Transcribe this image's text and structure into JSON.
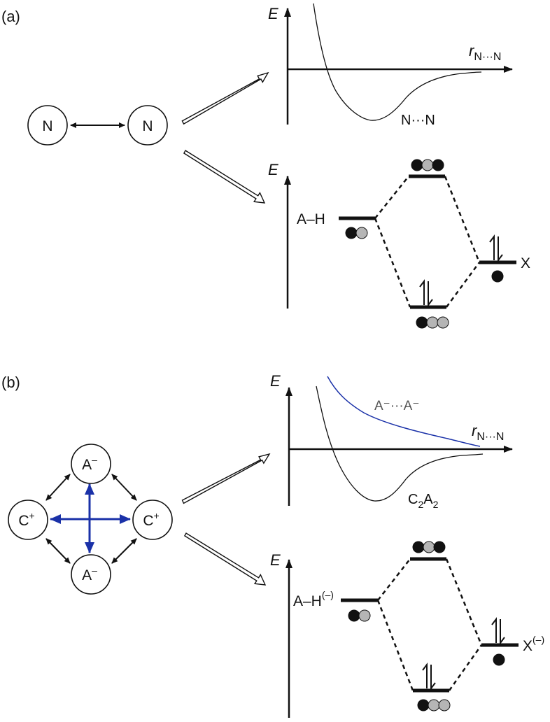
{
  "panel_a": {
    "label": "(a)",
    "atoms": [
      "N",
      "N"
    ],
    "potential": {
      "y_axis": "E",
      "x_axis_symbol": "r",
      "x_axis_subscript": "N···N",
      "curve_label": "N···N"
    },
    "orbital": {
      "y_axis": "E",
      "left_label": "A–H",
      "right_label": "X"
    }
  },
  "panel_b": {
    "label": "(b)",
    "cations": [
      {
        "base": "C",
        "charge": "+"
      },
      {
        "base": "C",
        "charge": "+"
      }
    ],
    "anions": [
      {
        "base": "A",
        "charge": "–"
      },
      {
        "base": "A",
        "charge": "–"
      }
    ],
    "potential": {
      "y_axis": "E",
      "x_axis_symbol": "r",
      "x_axis_subscript": "N···N",
      "repulsive_label": "A⁻···A⁻",
      "curve_label_parts": [
        "C",
        "2",
        "A",
        "2"
      ]
    },
    "orbital": {
      "y_axis": "E",
      "left_label": "A–H",
      "left_label_sup": "(–)",
      "right_label": "X",
      "right_label_sup": "(–)"
    }
  },
  "colors": {
    "ink": "#111111",
    "blue_accent": "#1a31a8",
    "orbital_grey": "#b5b5b5"
  }
}
